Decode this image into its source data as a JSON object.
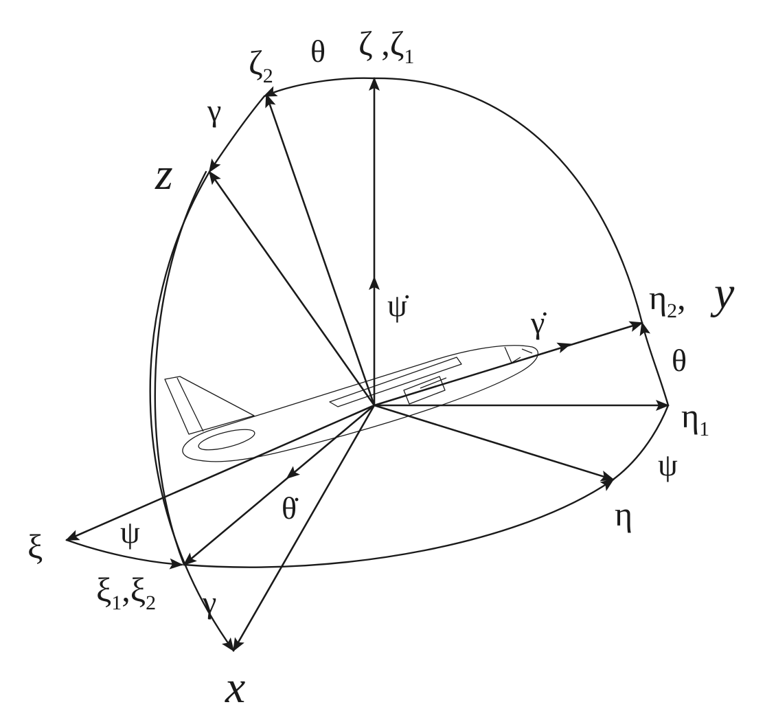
{
  "labels": {
    "zeta2": "ζ",
    "zeta2_sub": "2",
    "theta_top": "θ",
    "zeta_zeta1": "ζ ,ζ",
    "zeta1_sub": "1",
    "gamma_top": "γ",
    "z_axis": "z",
    "psi_dot": "ψ̇",
    "gamma_dot": "γ̇",
    "eta2": "η",
    "eta2_sub": "2",
    "y_axis": "y",
    "y_comma": ",",
    "theta_right": "θ",
    "eta1": "η",
    "eta1_sub": "1",
    "psi_right": "ψ",
    "eta": "η",
    "theta_dot": "θ̇",
    "xi": "ξ",
    "psi_left": "ψ",
    "xi12": "ξ",
    "xi1_sub": "1",
    "xi_comma": ",ξ",
    "xi2_sub": "2",
    "gamma_bottom": "γ",
    "x_axis": "x"
  },
  "colors": {
    "ink": "#1a1a1a",
    "background": "#ffffff"
  }
}
